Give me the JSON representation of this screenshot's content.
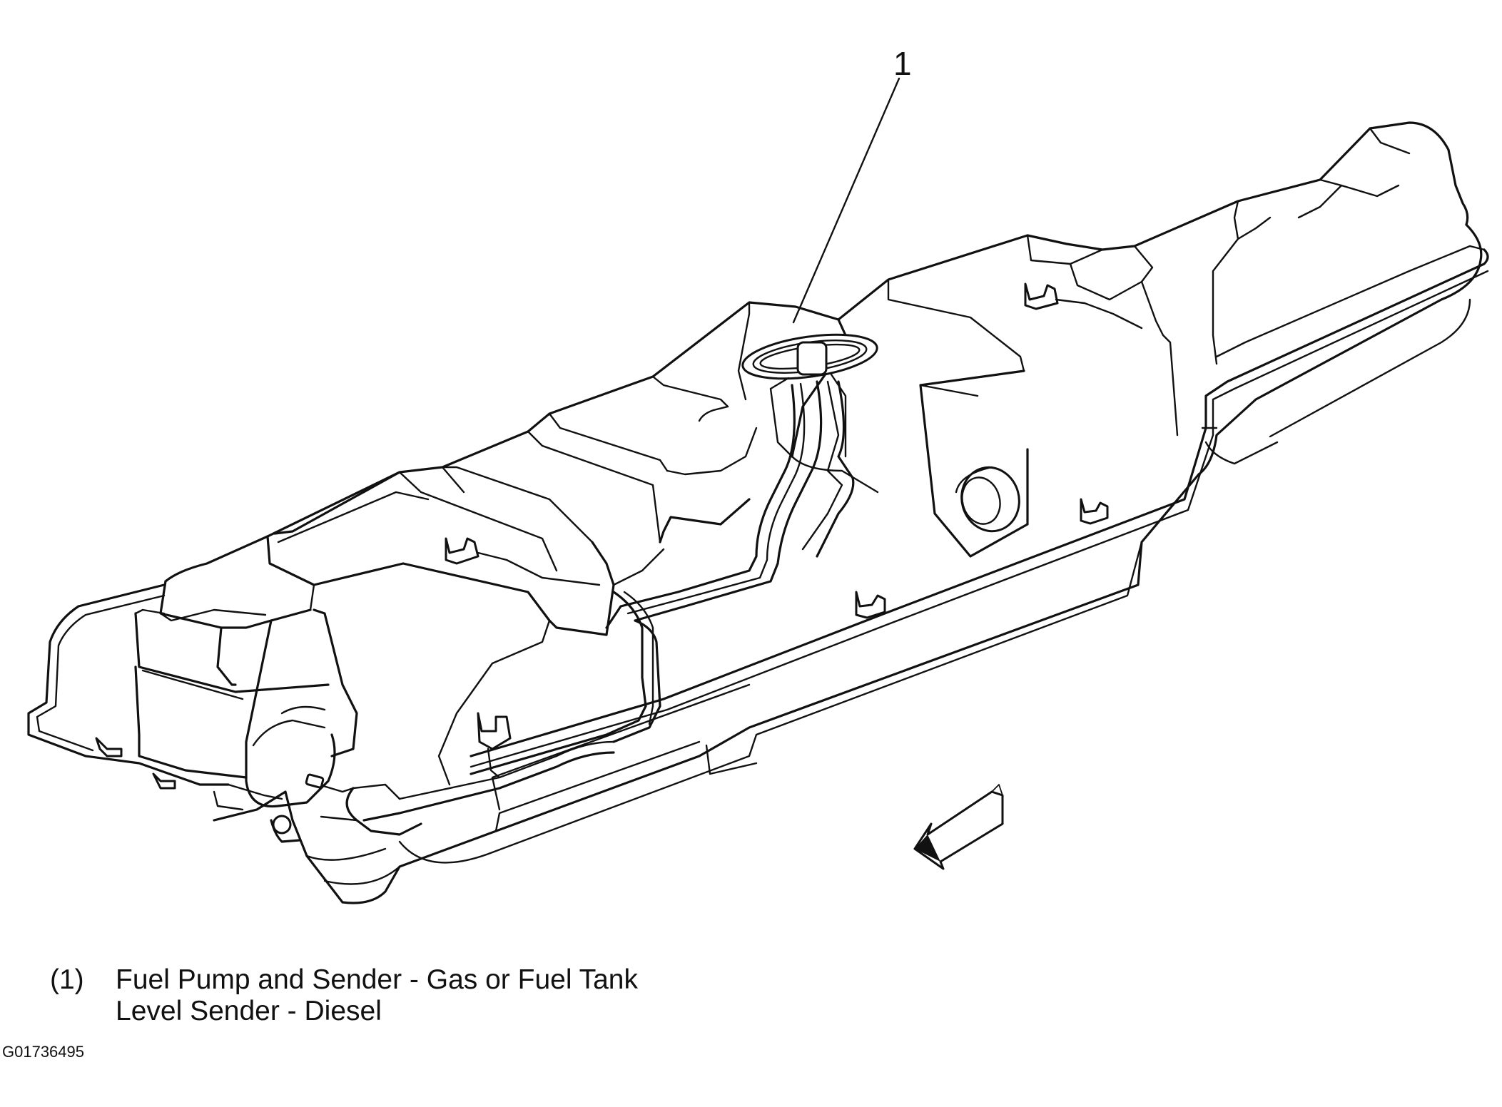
{
  "callouts": [
    {
      "number": "1",
      "target": "fuel-pump-sender"
    }
  ],
  "legend": [
    {
      "key": "(1)",
      "line1": "Fuel Pump and Sender - Gas or Fuel Tank",
      "line2": "Level Sender - Diesel"
    }
  ],
  "figure_id": "G01736495",
  "icons": {
    "direction_arrow": "front-direction-arrow-icon"
  }
}
